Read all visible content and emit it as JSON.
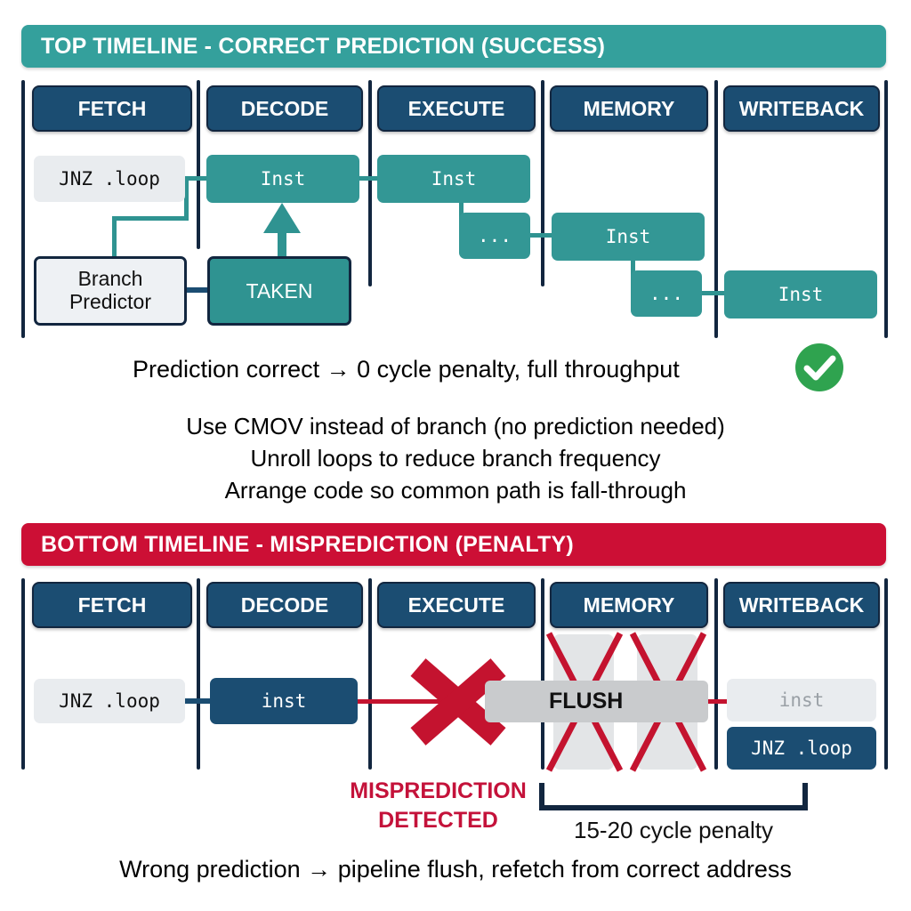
{
  "top": {
    "banner": "TOP TIMELINE - CORRECT PREDICTION (SUCCESS)",
    "banner_color": "#34a09c",
    "stages": [
      "FETCH",
      "DECODE",
      "EXECUTE",
      "MEMORY",
      "WRITEBACK"
    ],
    "fetch_instruction": "JNZ .loop",
    "predictor_line1": "Branch",
    "predictor_line2": "Predictor",
    "prediction": "TAKEN",
    "pipeline_boxes": [
      {
        "label": "Inst",
        "stage": "DECODE"
      },
      {
        "label": "Inst",
        "stage": "EXECUTE"
      },
      {
        "label": "...",
        "stage": "EXECUTE"
      },
      {
        "label": "Inst",
        "stage": "MEMORY"
      },
      {
        "label": "...",
        "stage": "MEMORY"
      },
      {
        "label": "Inst",
        "stage": "WRITEBACK"
      }
    ],
    "result_caption": "Prediction correct → 0 cycle penalty, full throughput",
    "status_icon": "check-circle-icon",
    "status_color": "#2fa34f"
  },
  "tips": [
    "Use CMOV instead of branch (no prediction needed)",
    "Unroll loops to reduce branch frequency",
    "Arrange code so common path is fall-through"
  ],
  "bottom": {
    "banner": "BOTTOM TIMELINE - MISPREDICTION (PENALTY)",
    "banner_color": "#cc0f35",
    "stages": [
      "FETCH",
      "DECODE",
      "EXECUTE",
      "MEMORY",
      "WRITEBACK"
    ],
    "fetch_instruction": "JNZ .loop",
    "decode_instruction": "inst",
    "flush_label": "FLUSH",
    "killed_slots": [
      "",
      ""
    ],
    "writeback_ghost": "inst",
    "writeback_refetch": "JNZ .loop",
    "mispredict_line1": "MISPREDICTION",
    "mispredict_line2": "DETECTED",
    "mispredict_color": "#c4123a",
    "penalty_label": "15-20 cycle penalty",
    "result_caption": "Wrong prediction → pipeline flush, refetch from correct address"
  },
  "palette": {
    "navy": "#1b4d72",
    "outline": "#12263f",
    "teal": "#339795",
    "red": "#c4132f",
    "light": "#e9ecef"
  }
}
